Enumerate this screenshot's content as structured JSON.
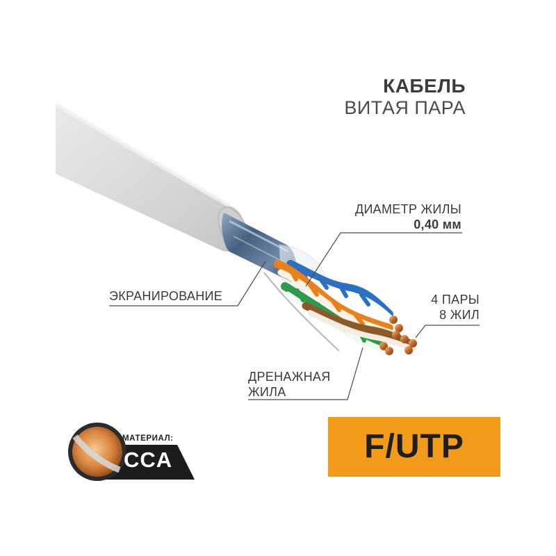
{
  "header": {
    "title": "КАБЕЛЬ",
    "subtitle": "ВИТАЯ ПАРА"
  },
  "callouts": {
    "diameter_label": "ДИАМЕТР ЖИЛЫ",
    "diameter_value": "0,40 мм",
    "shielding": "ЭКРАНИРОВАНИЕ",
    "pairs_line1": "4 ПАРЫ",
    "pairs_line2": "8 ЖИЛ",
    "drain_line1": "ДРЕНАЖНАЯ",
    "drain_line2": "ЖИЛА"
  },
  "material": {
    "label": "МАТЕРИАЛ:",
    "value": "CCA"
  },
  "cable_type": {
    "label": "F/UTP"
  },
  "colors": {
    "accent_orange": "#f29a1a",
    "material_badge": "#1c1c1c",
    "jacket_grey": "#dcdcdc",
    "text_dark": "#3a3a3a"
  }
}
